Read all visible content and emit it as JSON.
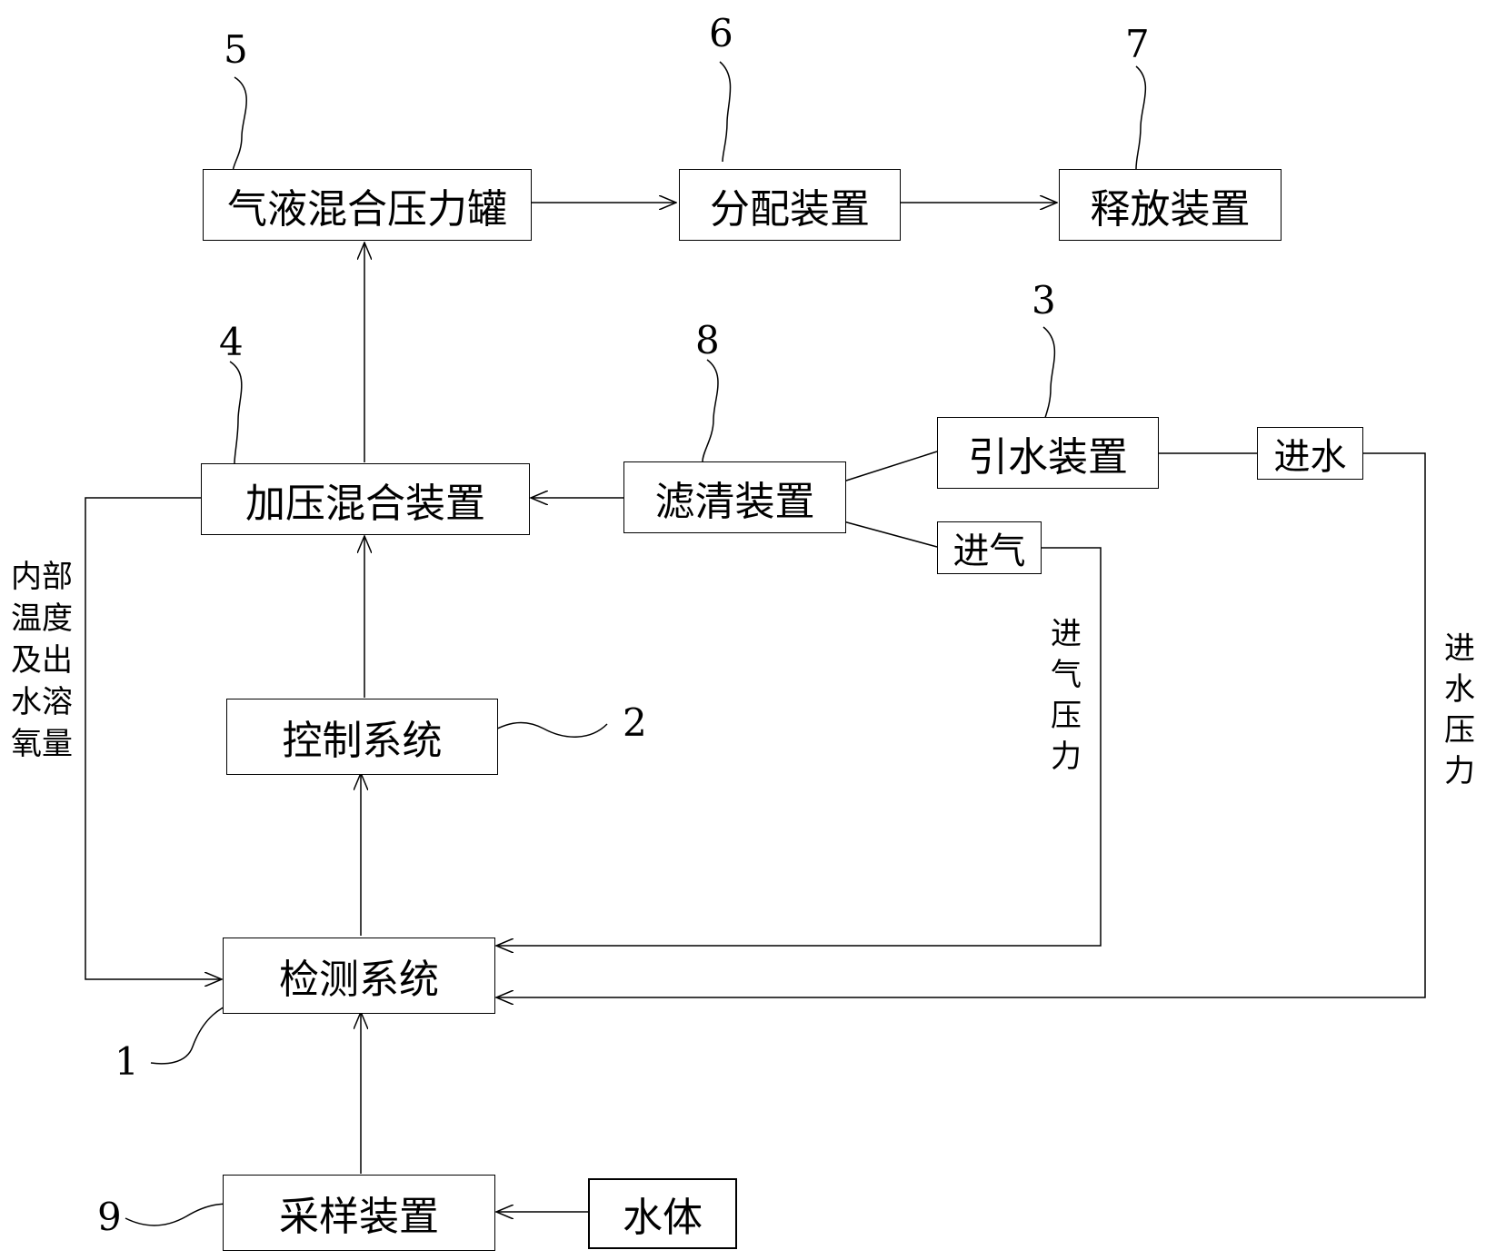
{
  "boxes": {
    "tank": "气液混合压力罐",
    "distribute": "分配装置",
    "release": "释放装置",
    "press_mix": "加压混合装置",
    "filter": "滤清装置",
    "water_intake": "引水装置",
    "water_in": "进水",
    "gas_in": "进气",
    "control": "控制系统",
    "detect": "检测系统",
    "sample": "采样装置",
    "water_body": "水体"
  },
  "numbers": {
    "n1": "1",
    "n2": "2",
    "n3": "3",
    "n4": "4",
    "n5": "5",
    "n6": "6",
    "n7": "7",
    "n8": "8",
    "n9": "9"
  },
  "side_labels": {
    "internal_line1": "内部",
    "internal_line2": "温度",
    "internal_line3": "及出",
    "internal_line4": "水溶",
    "internal_line5": "氧量",
    "gas_pressure": [
      "进",
      "气",
      "压",
      "力"
    ],
    "water_pressure": [
      "进",
      "水",
      "压",
      "力"
    ]
  }
}
